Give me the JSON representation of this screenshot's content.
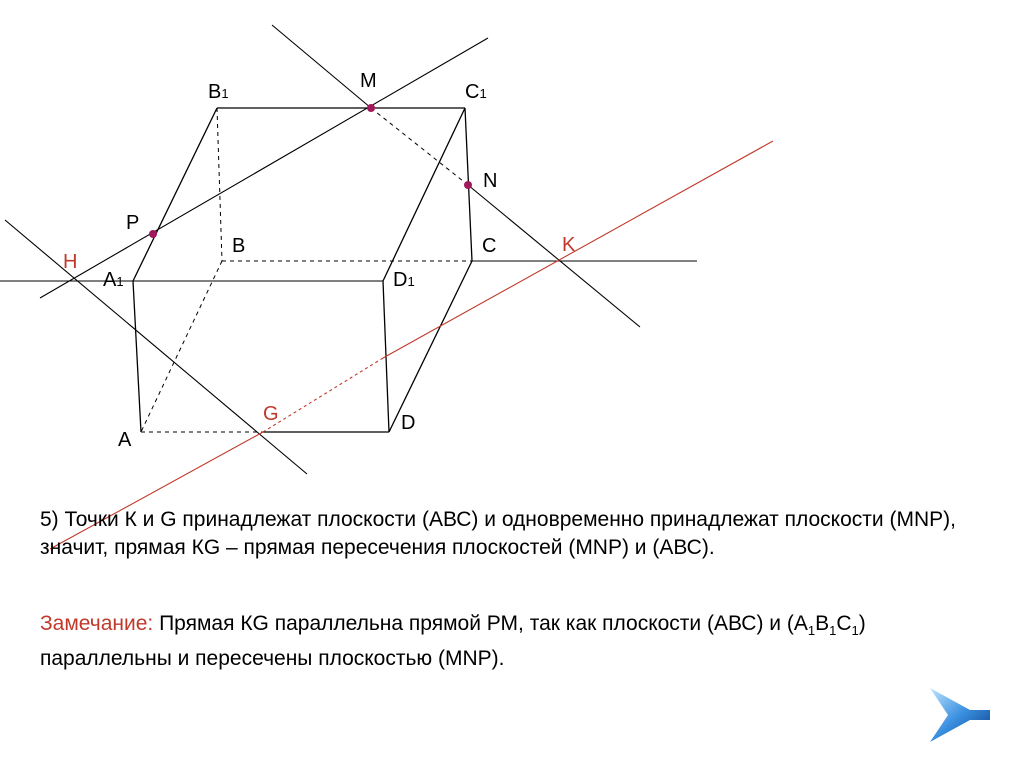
{
  "labels": {
    "A": "A",
    "B": "B",
    "C": "C",
    "D": "D",
    "A1": "A",
    "B1": "B",
    "C1": "C",
    "D1": "D",
    "sub1": "1",
    "M": "M",
    "N": "N",
    "P": "P",
    "H": "H",
    "K": "K",
    "G": "G"
  },
  "statement": "5) Точки К и G принадлежат плоскости (АВС) и одновременно принадлежат плоскости (MNP), значит, прямая КG – прямая пересечения плоскостей (MNP) и (АВС).",
  "remark": {
    "title": "Замечание:",
    "pre": " Прямая КG параллельна прямой РМ, так как плоскости (АВС) и (А",
    "sub1": "1",
    "mid1": "В",
    "sub2": "1",
    "mid2": "С",
    "sub3": "1",
    "post": ") параллельны и пересечены плоскостью (MNP)."
  },
  "colors": {
    "accent": "#c0392b",
    "point": "#a0195a",
    "line": "#000000",
    "nav": "#2a7fd4"
  },
  "nav_icon": "next-arrow-icon"
}
